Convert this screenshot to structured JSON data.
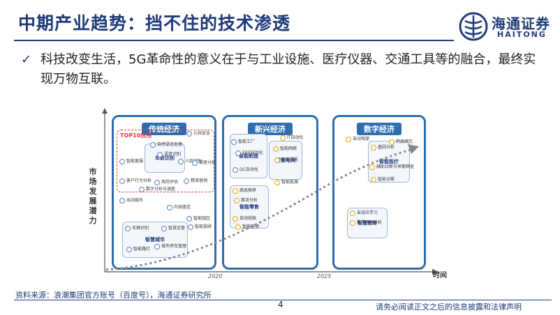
{
  "header": {
    "title": "中期产业趋势：挡不住的技术渗透",
    "logo_cn": "海通证券",
    "logo_en": "HAITONG"
  },
  "bullet": {
    "text": "科技改变生活，5G革命性的意义在于与工业设施、医疗仪器、交通工具等的融合，最终实现万物互联。"
  },
  "diagram": {
    "y_label": "市场发展潜力",
    "x_label": "时间",
    "years": [
      "2020",
      "2025"
    ],
    "panels": [
      {
        "title": "传统经济",
        "top10_label": "TOP10应用",
        "clusters": [
          "车联识别",
          "智慧城市"
        ],
        "items": [
          "公共安全",
          "自然语言处理",
          "语音识别",
          "人脸识别",
          "智能客服",
          "家居分析",
          "客户行为分析",
          "风险评估",
          "精准营销",
          "数字分析与调查",
          "出动娱乐",
          "内容鉴定",
          "智能园区",
          "车辆识别",
          "智慧交管",
          "智能投顾",
          "智能路灯",
          "城市停车管理"
        ]
      },
      {
        "title": "新兴经济",
        "clusters": [
          "智能制造",
          "智能电网",
          "智能零售"
        ],
        "items": [
          "IT自动化",
          "智能工厂",
          "ERP自动化",
          "QC自动化",
          "智能网络",
          "智能节能",
          "智能能源",
          "商品推荐",
          "客流分析",
          "自动结账",
          "智能营销"
        ]
      },
      {
        "title": "数字经济",
        "clusters": [
          "智能医疗",
          "智慧教育"
        ],
        "items": [
          "自动驾驶",
          "基因分析",
          "药品研究",
          "辅助诊断与早期筛查",
          "智能诊断",
          "自适应学习",
          "教学内容分析"
        ]
      }
    ]
  },
  "footer": {
    "source": "资料来源：浪潮集团官方账号（百度号），海通证券研究所",
    "page": "4",
    "disclaimer": "请务必阅读正文之后的信息披露和法律声明"
  },
  "colors": {
    "brand": "#1f3a7a",
    "panel": "#2f6db0",
    "accent": "#d04040"
  }
}
